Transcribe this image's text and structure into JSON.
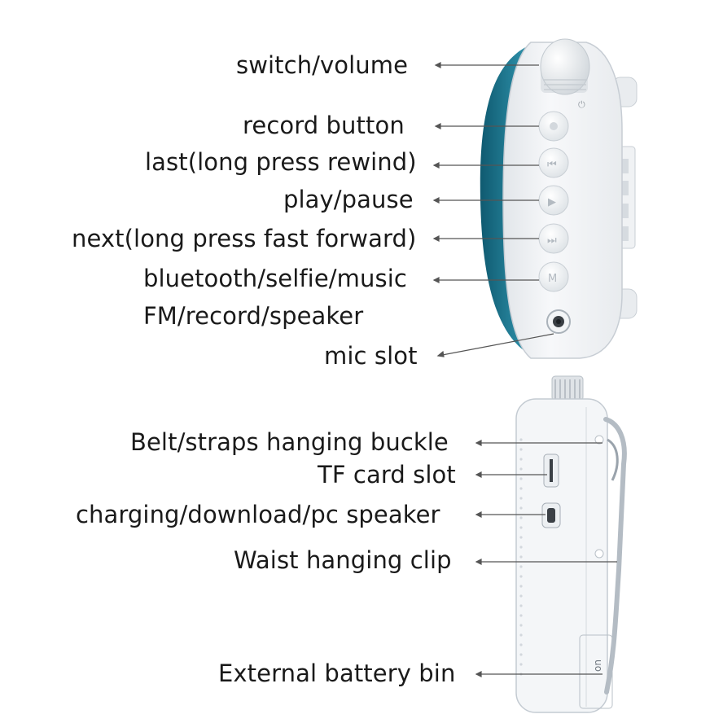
{
  "top_device": {
    "labels": [
      {
        "id": "switch-volume",
        "text": "switch/volume"
      },
      {
        "id": "record-button",
        "text": "record button"
      },
      {
        "id": "last",
        "text": "last(long press rewind)"
      },
      {
        "id": "play-pause",
        "text": "play/pause"
      },
      {
        "id": "next",
        "text": "next(long press fast forward)"
      },
      {
        "id": "bluetooth",
        "text": "bluetooth/selfie/music"
      },
      {
        "id": "fm",
        "text": "FM/record/speaker"
      },
      {
        "id": "mic-slot",
        "text": "mic slot"
      }
    ]
  },
  "bottom_device": {
    "labels": [
      {
        "id": "belt",
        "text": "Belt/straps hanging buckle"
      },
      {
        "id": "tf",
        "text": "TF card slot"
      },
      {
        "id": "charging",
        "text": "charging/download/pc speaker"
      },
      {
        "id": "waist",
        "text": "Waist hanging clip"
      },
      {
        "id": "battery",
        "text": "External battery bin"
      }
    ]
  },
  "colors": {
    "body": "#eef1f4",
    "teal_band": "#1c6f86",
    "outline": "#c7cdd4",
    "arrow": "#555555",
    "text": "#1a1a1a"
  }
}
